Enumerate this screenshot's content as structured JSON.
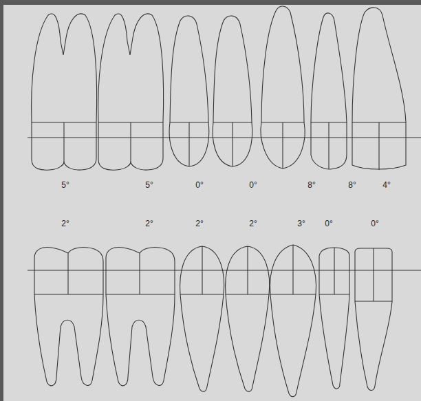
{
  "diagram": {
    "labels": [
      "5°",
      "5°",
      "0°",
      "0°",
      "8°",
      "8°",
      "4°",
      "2°",
      "2°",
      "2°",
      "2°",
      "3°",
      "0°",
      "0°"
    ]
  }
}
